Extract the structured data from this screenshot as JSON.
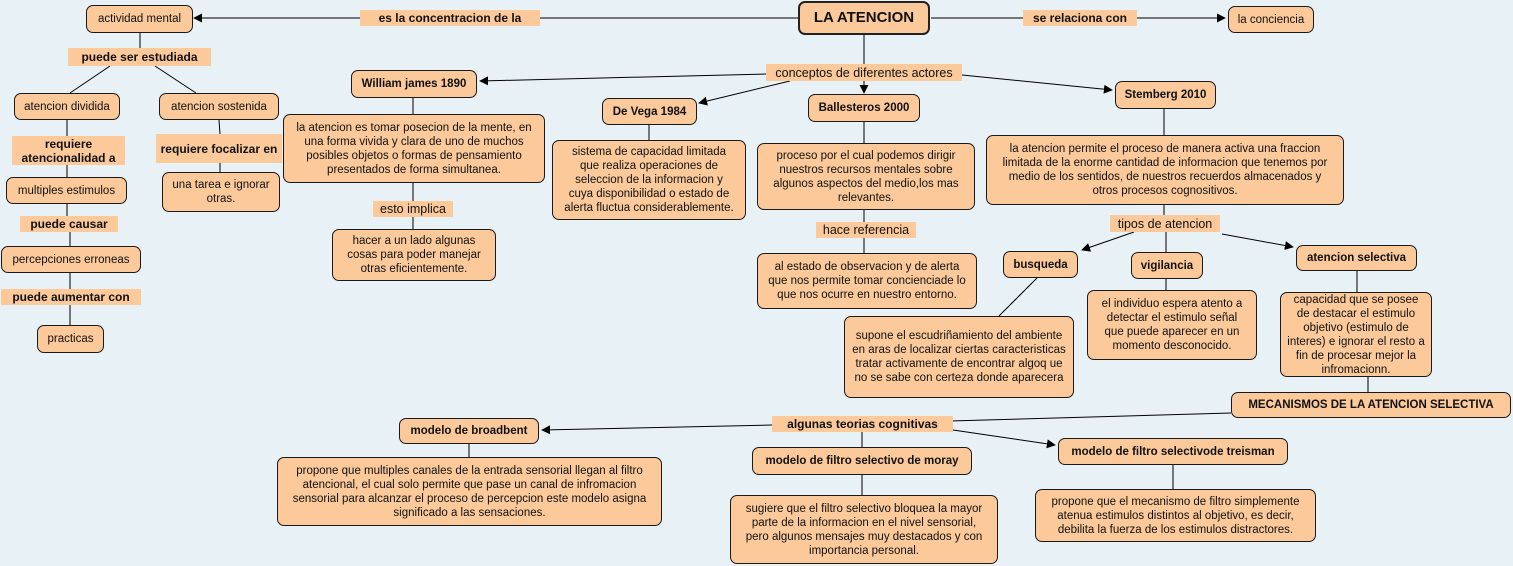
{
  "title": "LA ATENCION",
  "left": {
    "actividad": "actividad mental",
    "link_concentracion": "es la concentracion de la",
    "link_estudiada": "puede ser estudiada",
    "dividida": "atencion dividida",
    "link_atencionalidad": "requiere atencionalidad a",
    "multiples": "multiples estimulos",
    "link_causar": "puede causar",
    "percepciones": "percepciones erroneas",
    "link_aumentar": "puede aumentar con",
    "practicas": "practicas",
    "sostenida": "atencion sostenida",
    "link_focalizar": "requiere focalizar en",
    "tarea": "una tarea e ignorar otras."
  },
  "right_top": {
    "link_relaciona": "se relaciona con",
    "conciencia": "la conciencia"
  },
  "actores": {
    "link": "conceptos de diferentes actores",
    "james": "William james 1890",
    "james_def": "la atencion es tomar posecion de la mente, en una forma vivida y clara de uno de muchos posibles objetos o formas de pensamiento presentados de forma simultanea.",
    "link_implica": "esto implica",
    "implica": "hacer a un lado algunas cosas para poder manejar otras eficientemente.",
    "devega": "De Vega 1984",
    "devega_def": "sistema de capacidad limitada que realiza operaciones de seleccion de la informacion y cuya disponibilidad o estado de alerta fluctua considerablemente.",
    "ballesteros": "Ballesteros 2000",
    "ballesteros_def": "proceso por el cual podemos dirigir nuestros recursos mentales sobre algunos aspectos del medio,los mas relevantes.",
    "link_referencia": "hace referencia",
    "referencia": "al estado de observacion y de alerta que nos permite tomar concienciade lo que nos ocurre en nuestro entorno.",
    "stemberg": "Stemberg 2010",
    "stemberg_def": "la atencion permite el proceso de manera activa una fraccion limitada de la enorme cantidad de informacion que tenemos por medio de los sentidos, de nuestros recuerdos almacenados y otros procesos cognositivos."
  },
  "tipos": {
    "link": "tipos de atencion",
    "busqueda": "busqueda",
    "busqueda_def": "supone el escudriñamiento del ambiente en aras de localizar ciertas caracteristicas tratar activamente de encontrar algoq ue no se sabe con certeza donde aparecera",
    "vigilancia": "vigilancia",
    "vigilancia_def": "el individuo espera atento a detectar el estimulo señal que puede aparecer en un momento desconocido.",
    "selectiva": "atencion selectiva",
    "selectiva_def": "capacidad que se posee de destacar el estimulo objetivo (estimulo de interes) e ignorar el resto a fin de procesar mejor la infromacionn."
  },
  "mecanismos": {
    "title": "MECANISMOS DE LA ATENCION SELECTIVA",
    "link": "algunas teorias cognitivas",
    "broadbent": "modelo de broadbent",
    "broadbent_def": "propone que multiples canales de la entrada sensorial llegan al filtro atencional, el cual solo permite que pase un canal de infromacion sensorial para alcanzar el proceso de percepcion este modelo asigna significado a las sensaciones.",
    "moray": "modelo de filtro selectivo de moray",
    "moray_def": "sugiere que el filtro selectivo bloquea la mayor parte de la informacion en el nivel sensorial, pero algunos mensajes muy destacados y con importancia personal.",
    "treisman": "modelo de filtro selectivode treisman",
    "treisman_def": "propone que el mecanismo de filtro simplemente atenua estimulos distintos al objetivo, es decir, debilita la fuerza de los estimulos distractores."
  }
}
